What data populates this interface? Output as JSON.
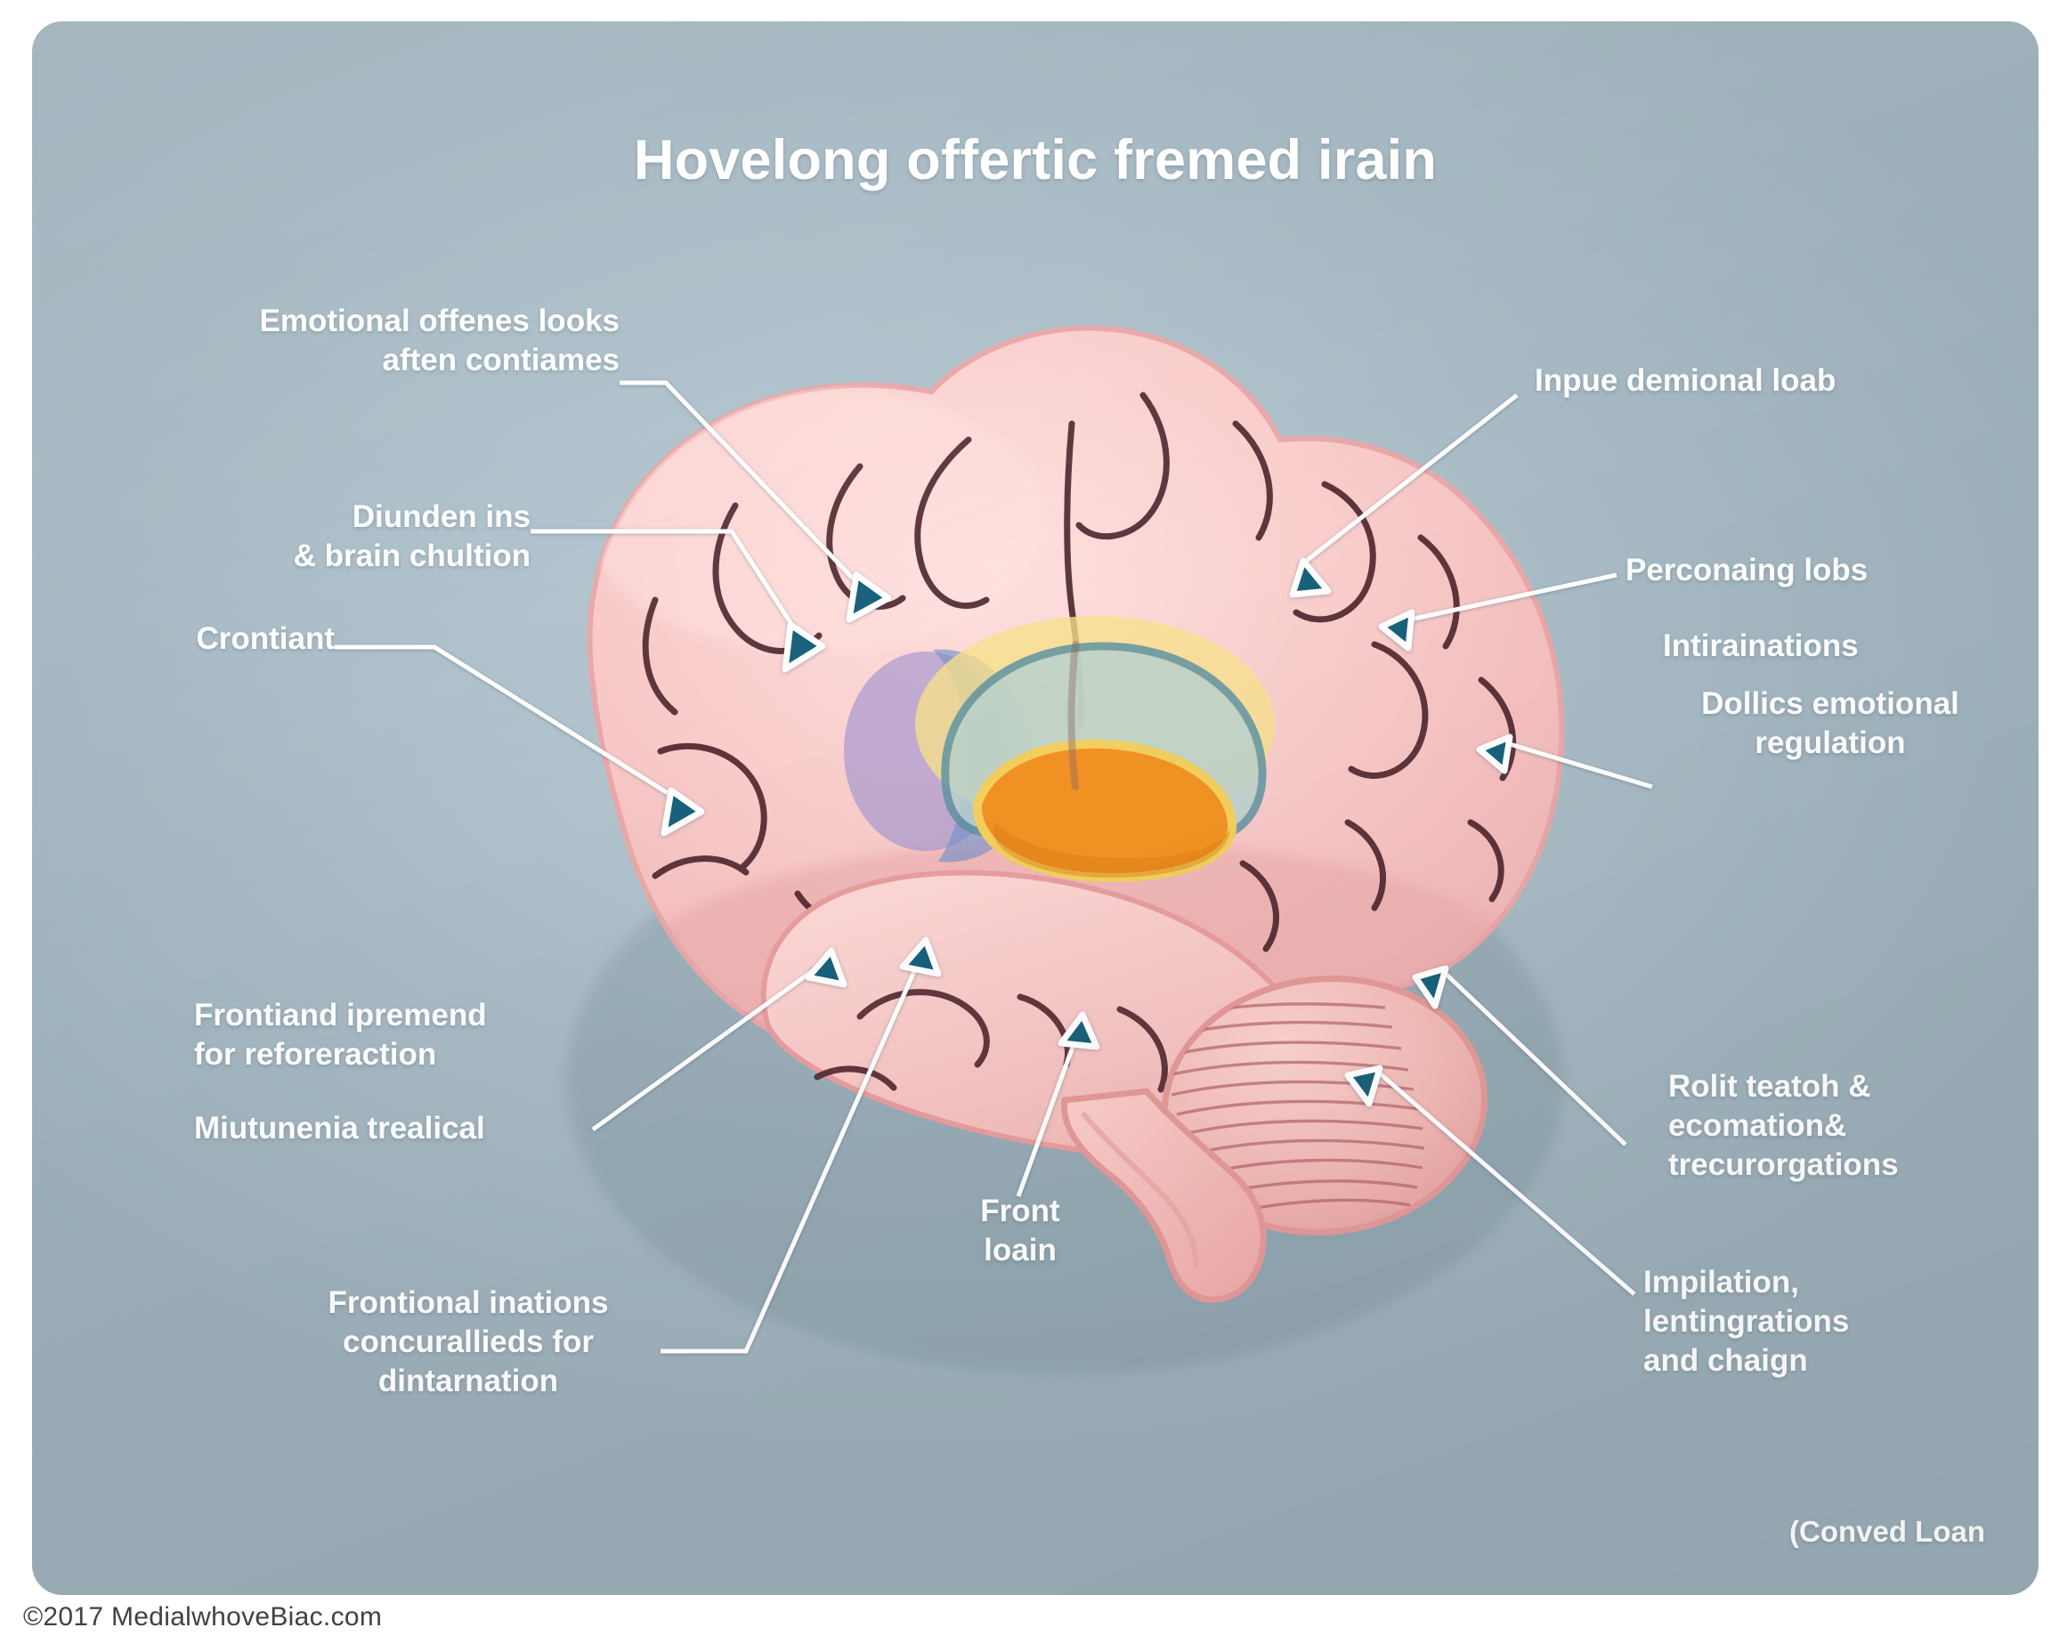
{
  "page": {
    "title": "Hovelong offertic fremed irain",
    "corner_note": "(Conved Loan",
    "copyright": "©2017 MedialwhoveBiac.com",
    "background_color": "#aec0ca",
    "text_color": "#ffffff",
    "arrow_color": "#18617a",
    "leader_color": "#ffffff"
  },
  "labels": {
    "left": [
      {
        "id": "emotional-offenes",
        "text": "Emotional offenes looks\naften contiames"
      },
      {
        "id": "diunden-ins",
        "text": "Diunden ins\n& brain chultion"
      },
      {
        "id": "crontiant",
        "text": "Crontiant"
      },
      {
        "id": "frontiand-ipremend",
        "text": "Frontiand ipremend\nfor reforeraction"
      },
      {
        "id": "miutunenia",
        "text": "Miutunenia trealical"
      },
      {
        "id": "frontional-inations",
        "text": "Frontional inations\nconcurallieds for\ndintarnation"
      }
    ],
    "right": [
      {
        "id": "inpue-demional-loab",
        "text": "Inpue demional loab"
      },
      {
        "id": "perconaing-lobs",
        "text": "Perconaing lobs"
      },
      {
        "id": "intirainations",
        "text": "Intirainations"
      },
      {
        "id": "dollics-emotional",
        "text": "Dollics emotional\nregulation"
      },
      {
        "id": "rolit-teatoh",
        "text": "Rolit teatoh &\necomation&\ntrecurorgations"
      },
      {
        "id": "impilation",
        "text": "Impilation,\nlentingrations\nand chaign"
      }
    ],
    "bottom": [
      {
        "id": "front-loain",
        "text": "Front\nloain"
      }
    ]
  },
  "illustration": {
    "name": "human-brain-lateral-view",
    "cortex_color": "#f7c3c4",
    "cortex_highlight": "#fbd9d8",
    "sulci_color": "#5a2f38",
    "cerebellum_color": "#f0b3b1",
    "brainstem_color": "#f3b8b6",
    "inner_structures": [
      {
        "name": "limbic-yellow-band",
        "color": "#f7e08a"
      },
      {
        "name": "limbic-teal-band",
        "color": "#9fc0bd"
      },
      {
        "name": "limbic-teal-outline",
        "color": "#5f93a1"
      },
      {
        "name": "limbic-orange-core",
        "color": "#f29223"
      },
      {
        "name": "limbic-purple-lobe",
        "color": "#9e92cf"
      },
      {
        "name": "limbic-blue-lobe",
        "color": "#6f8fc9"
      }
    ]
  }
}
